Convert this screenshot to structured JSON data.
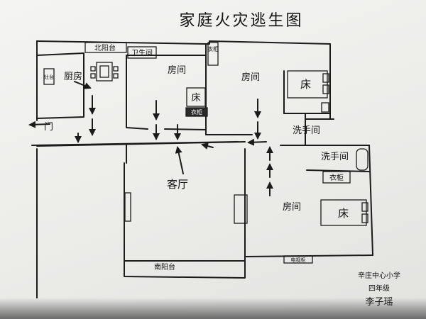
{
  "title": "家庭火灾逃生图",
  "rooms": {
    "north_balcony": "北阳台",
    "bathroom_small": "卫生间",
    "kitchen": "厨房",
    "stove": "灶台",
    "room1": "房间",
    "room1_bed": "床",
    "room1_wardrobe": "衣柜",
    "wardrobe_vertical": "衣柜",
    "room2": "房间",
    "room2_bed": "床",
    "washroom1": "洗手间",
    "washroom2": "洗手间",
    "wardrobe2": "衣柜",
    "door": "门",
    "living_room": "客厅",
    "room3": "房间",
    "room3_bed": "床",
    "cabinet": "电视柜",
    "south_balcony": "南阳台"
  },
  "signature": {
    "school": "辛庄中心小学",
    "grade": "四年级",
    "name": "李子瑶"
  }
}
